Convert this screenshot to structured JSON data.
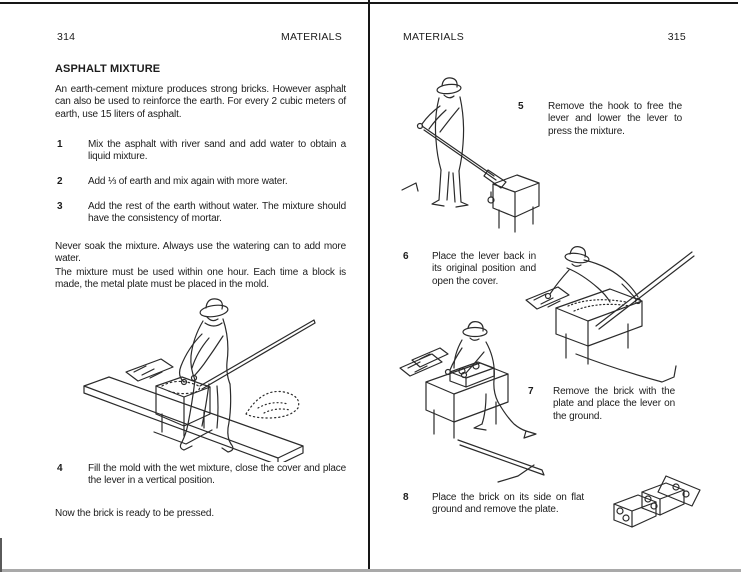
{
  "document": {
    "left_page": {
      "page_number": "314",
      "running_head": "MATERIALS",
      "section_heading": "ASPHALT MIXTURE",
      "intro": "An earth-cement mixture produces strong bricks. However asphalt can also be used to reinforce the earth. For every 2 cubic meters of earth, use 15 liters of asphalt.",
      "steps": [
        {
          "num": "1",
          "text": "Mix the asphalt with river sand and add water to obtain a liquid mixture."
        },
        {
          "num": "2",
          "text": "Add ⅓ of earth and mix again with more water."
        },
        {
          "num": "3",
          "text": "Add the rest of the earth without water. The mixture should have the consistency of mortar."
        },
        {
          "num": "4",
          "text": "Fill the mold with the wet mixture, close the cover and place the lever in a vertical position."
        }
      ],
      "note_watering": "Never soak the mixture. Always use the watering can to add more water.",
      "note_one_hour": "The mixture must be used within one hour. Each time a block is made, the metal plate must be placed in the mold.",
      "closing": "Now the brick is ready to be pressed."
    },
    "right_page": {
      "page_number": "315",
      "running_head": "MATERIALS",
      "steps": [
        {
          "num": "5",
          "text": "Remove the hook to free the lever and lower the lever to press the mixture."
        },
        {
          "num": "6",
          "text": "Place the lever back in its original position and open the cover."
        },
        {
          "num": "7",
          "text": "Remove the brick with the plate and place the lever on the ground."
        },
        {
          "num": "8",
          "text": "Place the brick on its side on flat ground and remove the plate."
        }
      ]
    },
    "colors": {
      "ink": "#1c1c1c",
      "rule_line": "#161616",
      "scan_edge_gray": "#a9a9a9"
    }
  }
}
